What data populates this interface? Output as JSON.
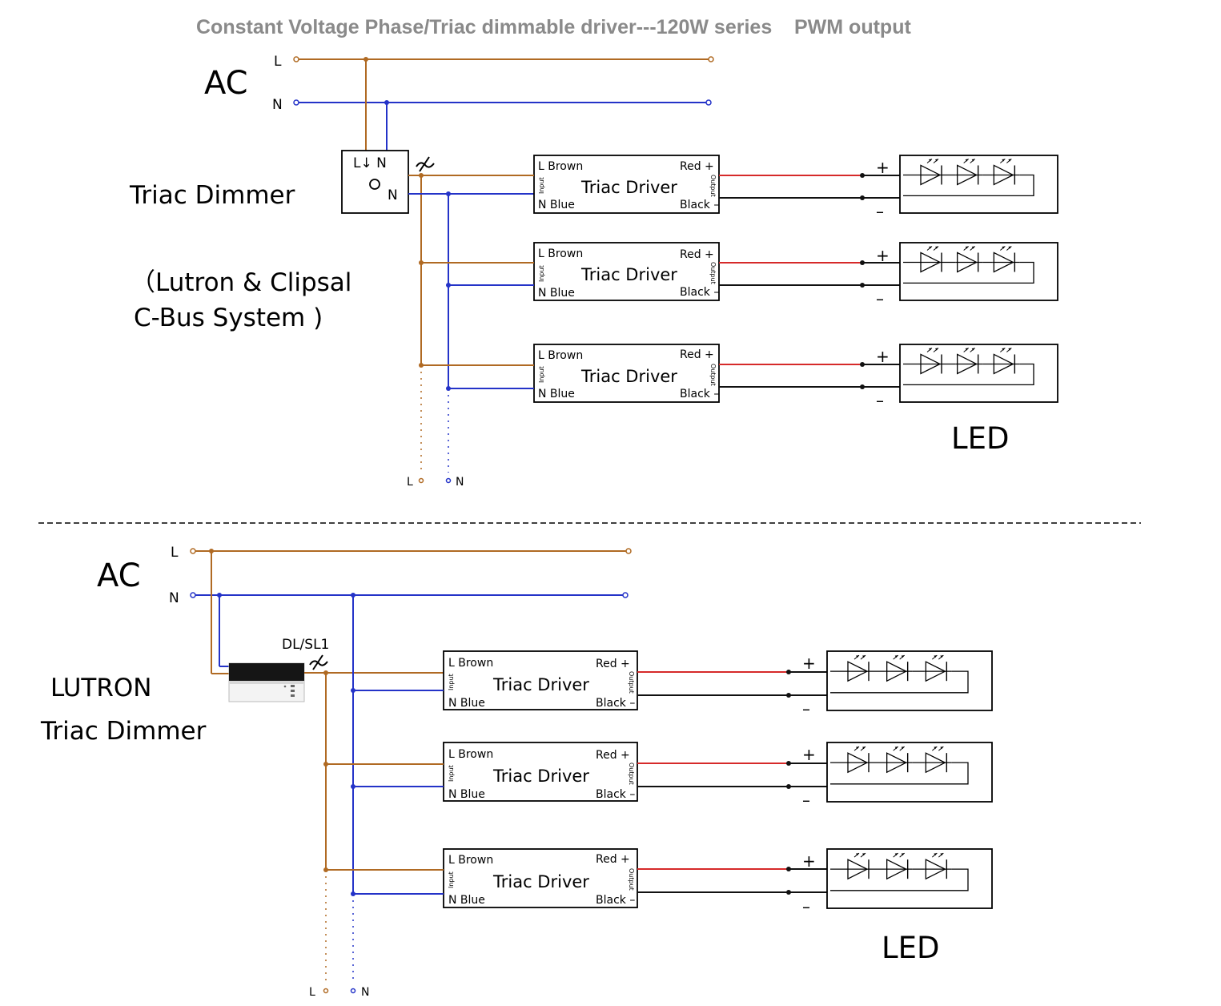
{
  "title": "Constant Voltage Phase/Triac dimmable driver---120W series    PWM output",
  "colors": {
    "live": "#b06a23",
    "neutral": "#2433c8",
    "positive": "#d62a2a",
    "negative": "#111111",
    "title": "#8a8a8a"
  },
  "ac": {
    "label": "AC",
    "live": "L",
    "neutral": "N"
  },
  "driver": {
    "name": "Triac Driver",
    "input_live": "L Brown",
    "input_neutral": "N Blue",
    "output_positive": "Red +",
    "output_negative": "Black –",
    "input_side": "Input",
    "output_side": "Output"
  },
  "led": {
    "label": "LED",
    "plus": "+",
    "minus": "–"
  },
  "top": {
    "dimmer_label": "Triac Dimmer",
    "dimmer_box_top": "L↓ N",
    "dimmer_box_out": "N",
    "system_line1": "（Lutron & Clipsal",
    "system_line2": "C-Bus System )",
    "ext_live": "L",
    "ext_neutral": "N"
  },
  "bottom": {
    "dimmer_label_line1": "LUTRON",
    "dimmer_label_line2": "Triac Dimmer",
    "dimmer_model": "DL/SL1",
    "ext_live": "L",
    "ext_neutral": "N"
  }
}
